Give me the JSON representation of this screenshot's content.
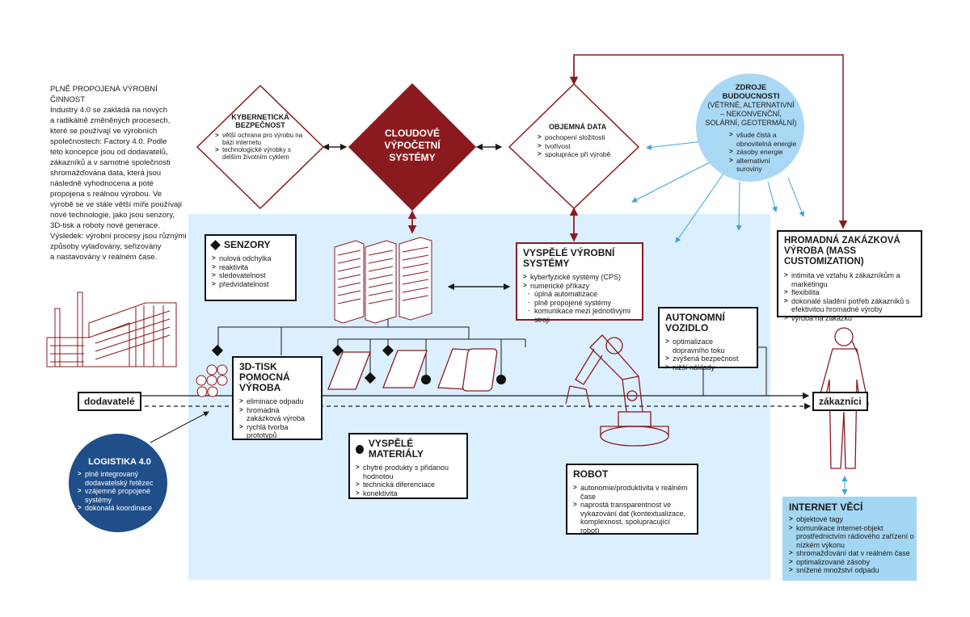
{
  "intro": {
    "title": "PLNĚ PROPOJENÁ VÝROBNÍ ČINNOST",
    "lines": [
      "Industry 4.0 se zakládá na nových",
      "a radikálně změněných procesech,",
      "které se používají ve výrobních",
      "společnostech: Factory 4.0. Podle",
      "této koncepce jsou od dodavatelů,",
      "zákazníků a v samotné společnosti",
      "shromažďována data, která jsou",
      "následně vyhodnocena a poté",
      "propojena s reálnou výrobou. Ve",
      "výrobě se ve stále větší míře používají",
      "nové technologie, jako jsou senzory,",
      "3D-tisk a roboty nové generace.",
      "Výsledek: výrobní procesy jsou různými",
      "způsoby vylaďovány, seřizovány",
      "a nastavovány v reálném čase."
    ]
  },
  "cyber": {
    "title1": "KYBERNETICKÁ",
    "title2": "BEZPEČNOST",
    "items": [
      "větší ochrana pro výrobu na bázi internetu",
      "technologické výrobky s delším životním cyklem"
    ]
  },
  "cloud": {
    "line1": "CLOUDOVÉ",
    "line2": "VÝPOČETNÍ",
    "line3": "SYSTÉMY"
  },
  "bigdata": {
    "title": "OBJEMNÁ DATA",
    "items": [
      "pochopení složitosti",
      "tvořivost",
      "spolupráce při výrobě"
    ]
  },
  "sources": {
    "title1": "ZDROJE",
    "title2": "BUDOUCNOSTI",
    "sub": [
      "(VĚTRNÉ, ALTERNATIVNÍ",
      "– NEKONVENČNÍ,",
      "SOLÁRNÍ, GEOTERMÁLNÍ)"
    ],
    "items": [
      "všude čistá a obnovitelná energie",
      "zásoby energie",
      "alternativní suroviny"
    ]
  },
  "sensors": {
    "title": "SENZORY",
    "items": [
      "nulová odchylka",
      "reaktivita",
      "sledovatelnost",
      "předvídatelnost"
    ]
  },
  "advanced_prod": {
    "title": "VYSPĚLÉ VÝROBNÍ SYSTÉMY",
    "items": [
      "kyberfyzické systémy (CPS)",
      "numerické příkazy"
    ],
    "subitems": [
      "úplná automatizace",
      "plně propojené systémy",
      "komunikace mezi jednotlivými stroji"
    ]
  },
  "mass": {
    "title1": "HROMADNÁ ZAKÁZKOVÁ",
    "title2": "VÝROBA (MASS CUSTOMIZATION)",
    "items": [
      "intimita ve vztahu k zákazníkům a marketingu",
      "flexibilita",
      "dokonalé sladění potřeb zákazníků s efektivitou hromadné výroby",
      "výroba na zakázku"
    ]
  },
  "vehicle": {
    "title": "AUTONOMNÍ VOZIDLO",
    "items": [
      "optimalizace dopravního toku",
      "zvýšená bezpečnost",
      "nižší náklady"
    ]
  },
  "print3d": {
    "title1": "3D-TISK",
    "title2": "POMOCNÁ",
    "title3": "VÝROBA",
    "items": [
      "eliminace odpadu",
      "hromadná zakázková výroba",
      "rychlá tvorba prototypů"
    ]
  },
  "materials": {
    "title": "VYSPĚLÉ MATERIÁLY",
    "items": [
      "chytré produkty s přidanou hodnotou",
      "technická diferenciace",
      "konektivita"
    ]
  },
  "robot": {
    "title": "ROBOT",
    "items": [
      "autonomie/produktivita v reálném čase",
      "naprostá transparentnost ve vykazování dat (kontextualizace, komplexnost, spolupracující robot)"
    ]
  },
  "logistics": {
    "title": "LOGISTIKA 4.0",
    "items": [
      "plně integrovaný dodavatelský řetězec",
      "vzájemně propojené systémy",
      "dokonalá koordinace"
    ]
  },
  "iot": {
    "title": "INTERNET VĚCÍ",
    "items": [
      "objektové tagy",
      "komunikace internet-objekt prostřednictvím rádiového zařízení o nízkém výkonu",
      "shromažďování dat v reálném čase",
      "optimalizované zásoby",
      "snížené množství odpadu"
    ]
  },
  "labels": {
    "suppliers": "dodavatelé",
    "customers": "zákazníci"
  },
  "colors": {
    "accent_red": "#8b1a1f",
    "light_blue": "#dcefff",
    "sun_blue": "#a9d8f5",
    "navy": "#1f4e89",
    "iot_blue": "#a3d6f2"
  },
  "icons": [
    "factory-icon",
    "server-rack-icon",
    "robot-arm-icon",
    "customer-person-icon",
    "smartphone-icon",
    "spheres-icon",
    "diamond-bullet-icon",
    "circle-bullet-icon"
  ]
}
